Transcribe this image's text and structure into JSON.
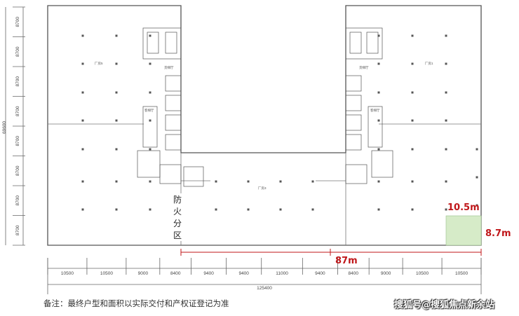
{
  "left_dims": [
    "8700",
    "8700",
    "8700",
    "8700",
    "8700",
    "8700",
    "8700",
    "8700"
  ],
  "left_total": "69600",
  "bottom_dims": [
    "10500",
    "10500",
    "9000",
    "8400",
    "9400",
    "9400",
    "11000",
    "9400",
    "8400",
    "9000",
    "10500",
    "10500"
  ],
  "bottom_total": "125400",
  "rooms": {
    "left_wing": "厂房5",
    "right_wing": "厂房1",
    "middle": "厂房3",
    "left_core": "货梯厅",
    "right_core": "货梯厅",
    "left_side": "客梯厅",
    "right_side": "客梯厅"
  },
  "fire_zone": [
    "防",
    "火",
    "分",
    "区"
  ],
  "labels": {
    "width_m": "10.5m",
    "depth_m": "8.7m",
    "span_m": "87m"
  },
  "colors": {
    "highlight": "#d6ebc8",
    "accent": "#c0171a"
  },
  "note": "备注：最终户型和面积以实际交付和产权证登记为准",
  "watermark": "搜狐号@搜狐焦点新余站"
}
